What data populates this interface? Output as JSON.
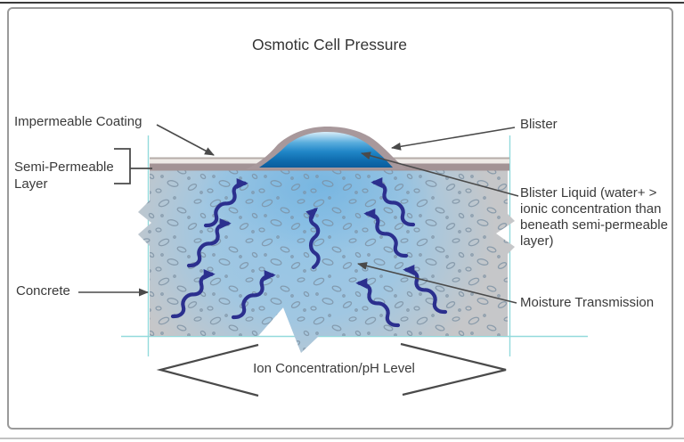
{
  "diagram": {
    "title": "Osmotic Cell Pressure",
    "labels": {
      "impermeable_coating": "Impermeable Coating",
      "semi_permeable_layer": "Semi-Permeable Layer",
      "concrete": "Concrete",
      "blister": "Blister",
      "blister_liquid": "Blister Liquid (water+ > ionic concentration than beneath semi-permeable layer)",
      "moisture_transmission": "Moisture Transmission",
      "ion_concentration": "Ion Concentration/pH Level"
    },
    "colors": {
      "text": "#3a3a3a",
      "annotation_arrow_gray": "#4a4a4a",
      "moisture_navy": "#2b2f8e",
      "coating_mauve": "#a39395",
      "coating_highlight": "#eeeae6",
      "blister_outline": "#a8989b",
      "blister_blue": "#1878ba",
      "concrete_gray": "#c6c7c9",
      "aggregate_outline": "#7b8fa2",
      "moisture_tint_blue": "#90c4e8",
      "guide_teal": "#93dadc",
      "frame_border": "#9a9a9a"
    }
  }
}
